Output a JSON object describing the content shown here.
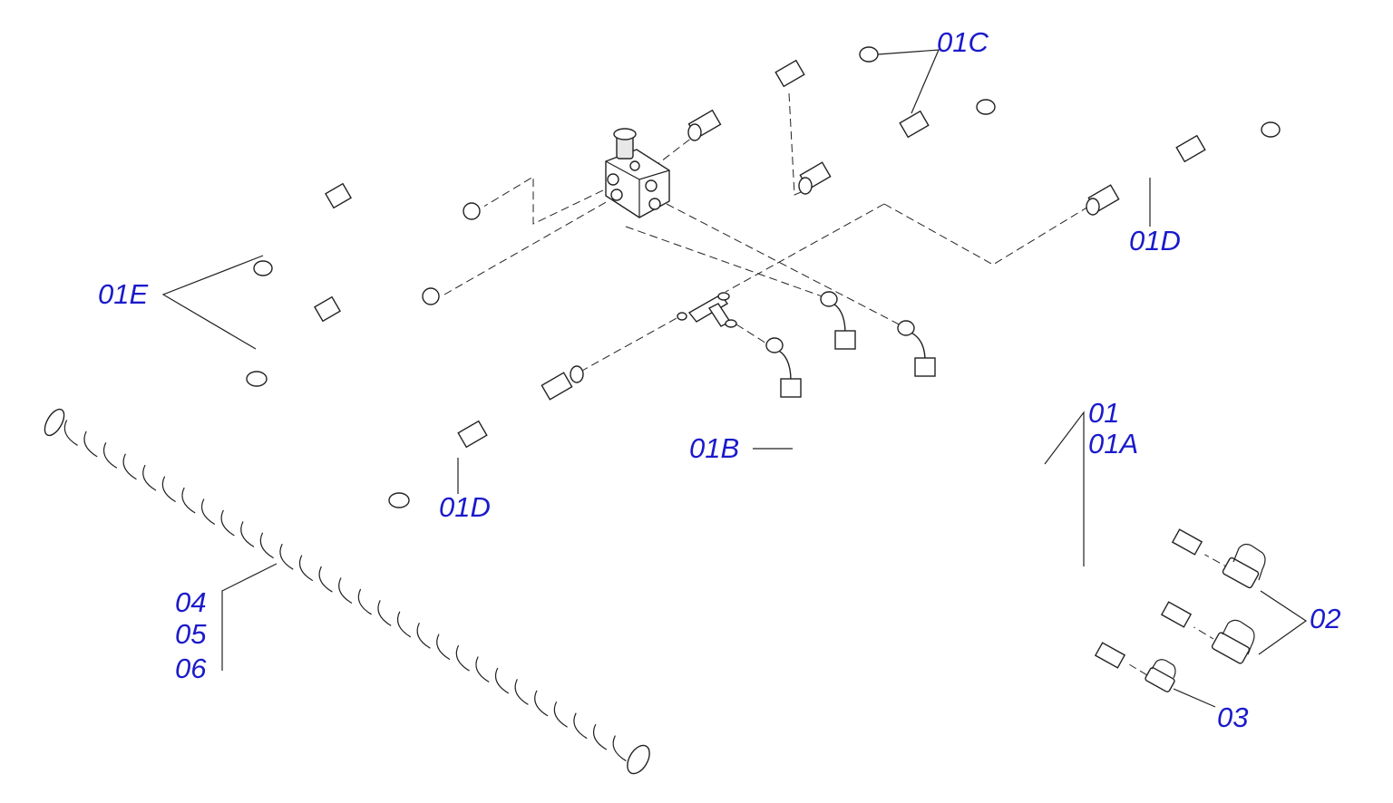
{
  "callouts": {
    "c01C": "01C",
    "c01D_top": "01D",
    "c01E": "01E",
    "c01_1": "01",
    "c01_2": "01A",
    "c01B": "01B",
    "c01D_bottom": "01D",
    "c02": "02",
    "c03": "03",
    "c04": "04",
    "c05": "05",
    "c06": "06"
  },
  "colors": {
    "callout_text": "#1a1acc",
    "line": "#222222",
    "background": "#ffffff"
  }
}
